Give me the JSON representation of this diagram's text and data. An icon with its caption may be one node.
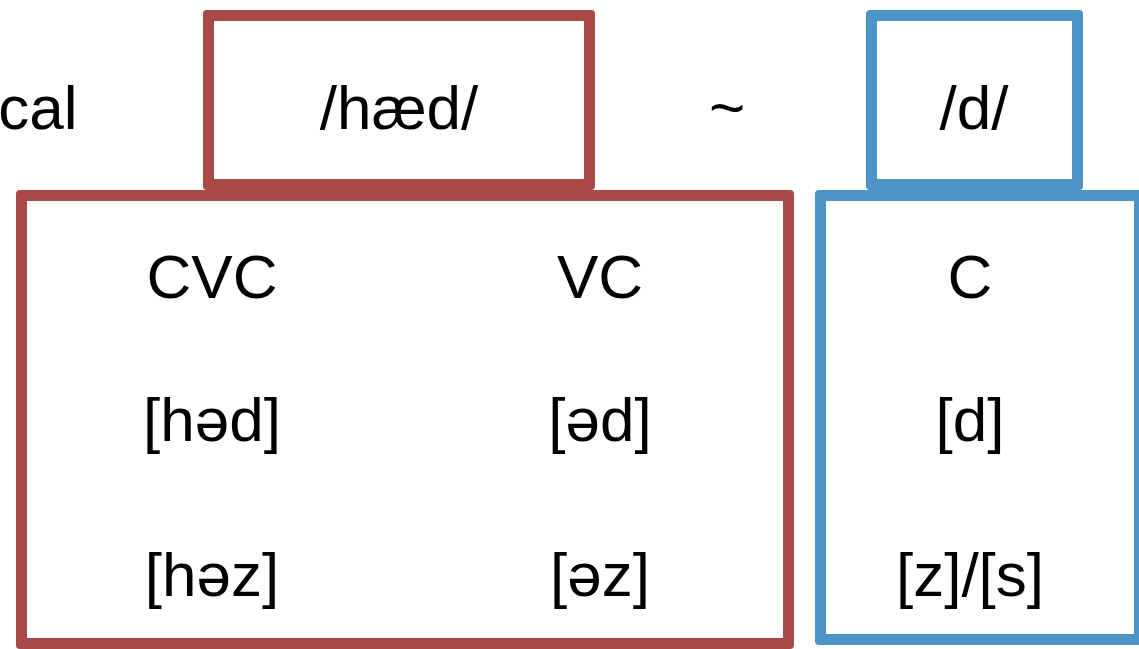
{
  "diagram": {
    "nodes": [
      {
        "text": [
          "/hæd/"
        ]
      },
      {
        "text": [
          "CVC",
          "VC",
          "[həd]",
          "[əd]",
          "[həz]",
          "[əz]"
        ]
      },
      {
        "text": [
          "/d/"
        ]
      },
      {
        "text": [
          "C",
          "[d]",
          "[z]/[s]"
        ]
      }
    ],
    "labels": [
      "cal",
      "~"
    ]
  }
}
